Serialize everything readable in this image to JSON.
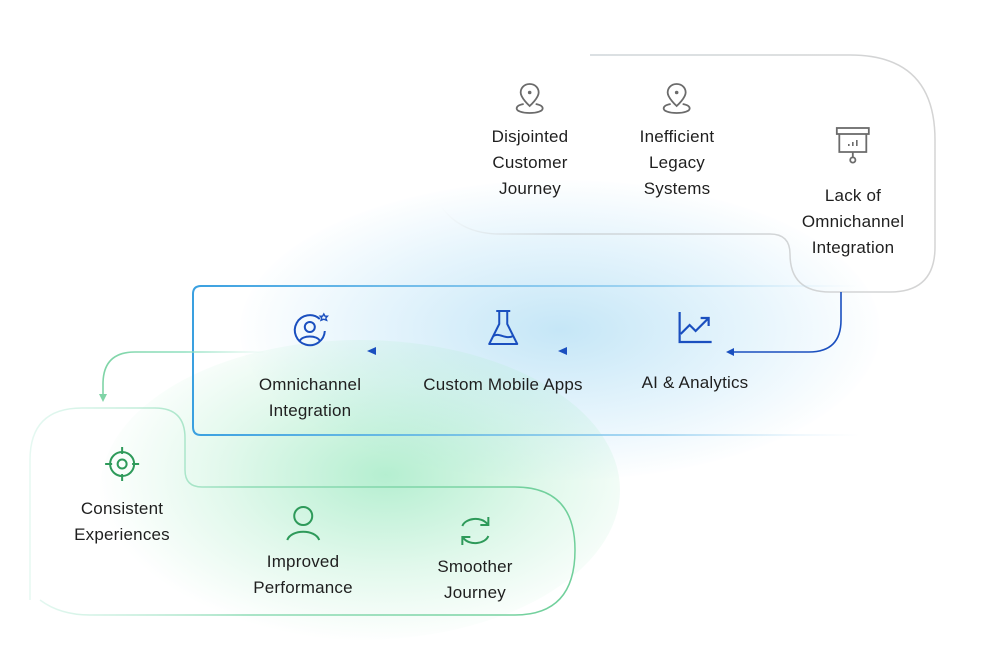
{
  "colors": {
    "problem_icon": "#6b6b6b",
    "solution_icon": "#1a4fbf",
    "solution_border": "#3aa0e0",
    "outcome_icon": "#2e9a5a",
    "outcome_border": "#7fd4a6",
    "problem_border": "#d0d0d0"
  },
  "problems": [
    {
      "icon": "location-pin-icon",
      "label": "Disjointed\nCustomer\nJourney"
    },
    {
      "icon": "location-pin-icon",
      "label": "Inefficient\nLegacy\nSystems"
    },
    {
      "icon": "presentation-board-icon",
      "label": "Lack of\nOmnichannel\nIntegration"
    }
  ],
  "solutions": [
    {
      "icon": "user-settings-icon",
      "label": "Omnichannel\nIntegration"
    },
    {
      "icon": "flask-icon",
      "label": "Custom Mobile Apps"
    },
    {
      "icon": "trend-chart-icon",
      "label": "AI & Analytics"
    }
  ],
  "outcomes": [
    {
      "icon": "target-icon",
      "label": "Consistent\nExperiences"
    },
    {
      "icon": "user-icon",
      "label": "Improved\nPerformance"
    },
    {
      "icon": "refresh-icon",
      "label": "Smoother\nJourney"
    }
  ]
}
